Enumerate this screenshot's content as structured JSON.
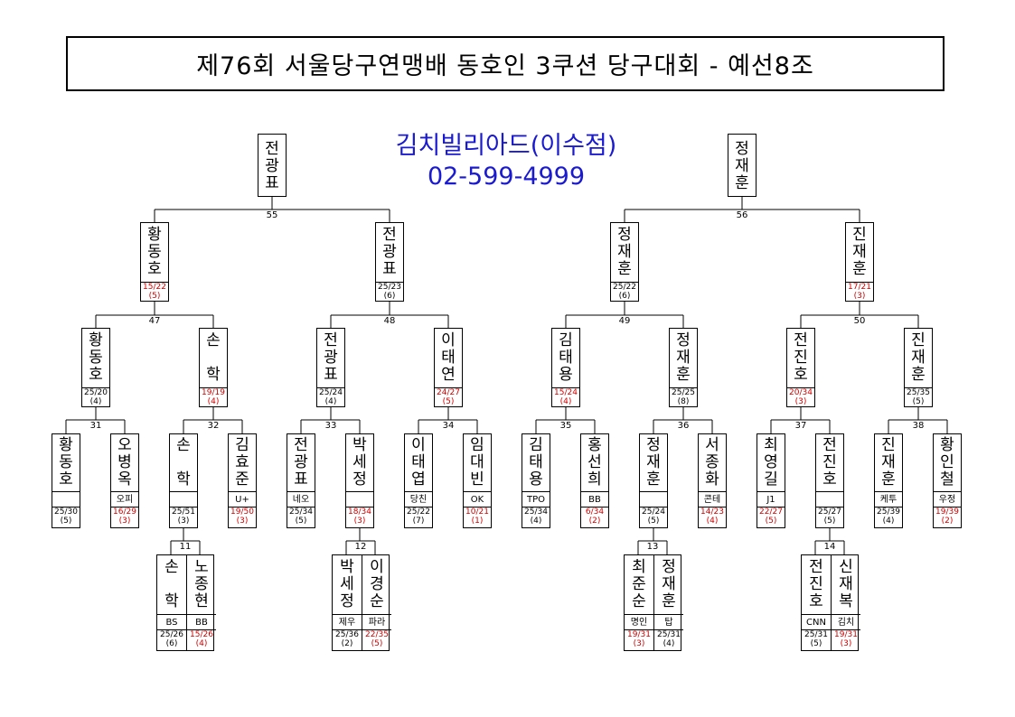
{
  "title": "제76회 서울당구연맹배 동호인 3쿠션 당구대회 - 예선8조",
  "venue": {
    "name": "김치빌리아드(이수점)",
    "phone": "02-599-4999"
  },
  "colors": {
    "loss": "#d00000",
    "venue": "#1a1ad0"
  },
  "winners": [
    {
      "name": "전광표"
    },
    {
      "name": "정재훈"
    }
  ],
  "match_numbers": [
    "55",
    "56",
    "47",
    "48",
    "49",
    "50",
    "31",
    "32",
    "33",
    "34",
    "35",
    "36",
    "37",
    "38",
    "11",
    "12",
    "13",
    "14"
  ],
  "round2": [
    {
      "name": "황동호",
      "score": "15/22",
      "sub": "(5)",
      "loss": true
    },
    {
      "name": "전광표",
      "score": "25/23",
      "sub": "(6)",
      "loss": false
    },
    {
      "name": "정재훈",
      "score": "25/22",
      "sub": "(6)",
      "loss": false
    },
    {
      "name": "진재훈",
      "score": "17/21",
      "sub": "(3)",
      "loss": true
    }
  ],
  "round3": [
    {
      "name": "황동호",
      "score": "25/20",
      "sub": "(4)",
      "loss": false
    },
    {
      "name": "손 학",
      "score": "19/19",
      "sub": "(4)",
      "loss": true
    },
    {
      "name": "전광표",
      "score": "25/24",
      "sub": "(4)",
      "loss": false
    },
    {
      "name": "이태연",
      "score": "24/27",
      "sub": "(5)",
      "loss": true
    },
    {
      "name": "김태용",
      "score": "15/24",
      "sub": "(4)",
      "loss": true
    },
    {
      "name": "정재훈",
      "score": "25/25",
      "sub": "(8)",
      "loss": false
    },
    {
      "name": "전진호",
      "score": "20/34",
      "sub": "(3)",
      "loss": true
    },
    {
      "name": "진재훈",
      "score": "25/35",
      "sub": "(5)",
      "loss": false
    }
  ],
  "round4": [
    {
      "name": "황동호",
      "aff": "",
      "score": "25/30",
      "sub": "(5)",
      "loss": false
    },
    {
      "name": "오병옥",
      "aff": "오피",
      "score": "16/29",
      "sub": "(3)",
      "loss": true
    },
    {
      "name": "손 학",
      "aff": "",
      "score": "25/51",
      "sub": "(3)",
      "loss": false
    },
    {
      "name": "김효준",
      "aff": "U+",
      "score": "19/50",
      "sub": "(3)",
      "loss": true
    },
    {
      "name": "전광표",
      "aff": "네오",
      "score": "25/34",
      "sub": "(5)",
      "loss": false
    },
    {
      "name": "박세정",
      "aff": "",
      "score": "18/34",
      "sub": "(3)",
      "loss": true
    },
    {
      "name": "이태엽",
      "aff": "당친",
      "score": "25/22",
      "sub": "(7)",
      "loss": false
    },
    {
      "name": "임대빈",
      "aff": "OK",
      "score": "10/21",
      "sub": "(1)",
      "loss": true
    },
    {
      "name": "김태용",
      "aff": "TPO",
      "score": "25/34",
      "sub": "(4)",
      "loss": false
    },
    {
      "name": "홍선희",
      "aff": "BB",
      "score": "6/34",
      "sub": "(2)",
      "loss": true
    },
    {
      "name": "정재훈",
      "aff": "",
      "score": "25/24",
      "sub": "(5)",
      "loss": false
    },
    {
      "name": "서종화",
      "aff": "콘테",
      "score": "14/23",
      "sub": "(4)",
      "loss": true
    },
    {
      "name": "최영길",
      "aff": "J1",
      "score": "22/27",
      "sub": "(5)",
      "loss": true
    },
    {
      "name": "전진호",
      "aff": "",
      "score": "25/27",
      "sub": "(5)",
      "loss": false
    },
    {
      "name": "진재훈",
      "aff": "케투",
      "score": "25/39",
      "sub": "(4)",
      "loss": false
    },
    {
      "name": "황인철",
      "aff": "우정",
      "score": "19/39",
      "sub": "(2)",
      "loss": true
    }
  ],
  "round5": [
    {
      "left": {
        "name": "손 학",
        "aff": "BS",
        "score": "25/26",
        "sub": "(6)",
        "loss": false
      },
      "right": {
        "name": "노종현",
        "aff": "BB",
        "score": "15/26",
        "sub": "(4)",
        "loss": true
      }
    },
    {
      "left": {
        "name": "박세정",
        "aff": "제우",
        "score": "25/36",
        "sub": "(2)",
        "loss": false
      },
      "right": {
        "name": "이경순",
        "aff": "파라",
        "score": "22/35",
        "sub": "(5)",
        "loss": true
      }
    },
    {
      "left": {
        "name": "최준순",
        "aff": "명인",
        "score": "19/31",
        "sub": "(3)",
        "loss": true
      },
      "right": {
        "name": "정재훈",
        "aff": "탑",
        "score": "25/31",
        "sub": "(4)",
        "loss": false
      }
    },
    {
      "left": {
        "name": "전진호",
        "aff": "CNN",
        "score": "25/31",
        "sub": "(5)",
        "loss": false
      },
      "right": {
        "name": "신재복",
        "aff": "김치",
        "score": "19/31",
        "sub": "(3)",
        "loss": true
      }
    }
  ]
}
